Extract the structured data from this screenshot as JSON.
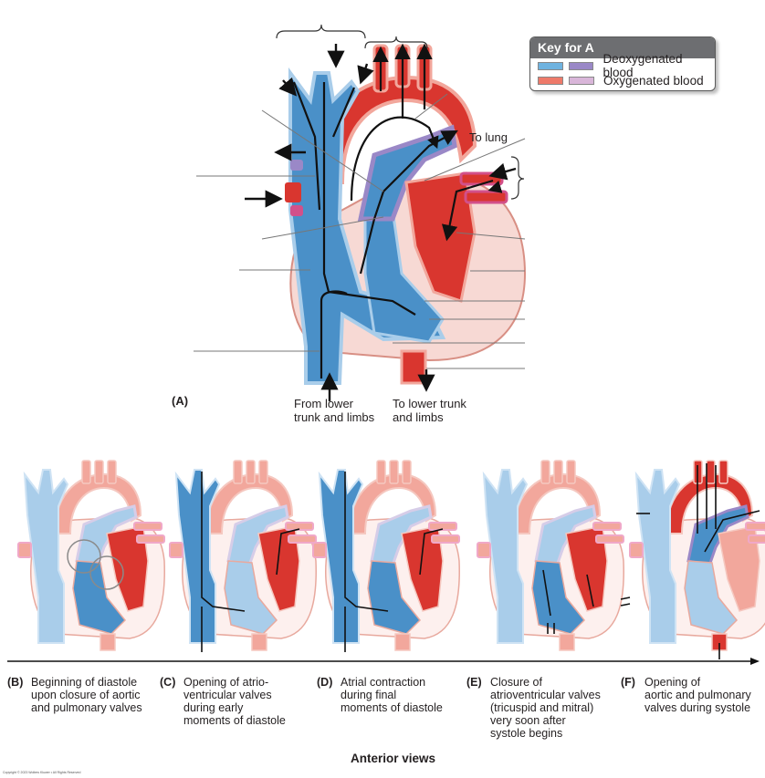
{
  "figure": {
    "panel_a": {
      "label": "(A)",
      "callouts": {
        "to_lung": "To lung",
        "from_lower": "From lower\ntrunk and limbs",
        "from_lower_line1": "From lower",
        "from_lower_line2": "trunk and limbs",
        "to_lower_line1": "To lower trunk",
        "to_lower_line2": "and limbs"
      },
      "leader_lines_count": 14
    },
    "key": {
      "title": "Key for A",
      "items": [
        {
          "label": "Deoxygenated blood",
          "colors": [
            "#6fb3e0",
            "#9a88c7"
          ]
        },
        {
          "label": "Oxygenated blood",
          "colors": [
            "#ee7a6a",
            "#d9b6d9"
          ]
        }
      ]
    },
    "panels": [
      {
        "letter": "(B)",
        "lines": [
          "Beginning of diastole",
          "upon closure of aortic",
          "and pulmonary valves"
        ]
      },
      {
        "letter": "(C)",
        "lines": [
          "Opening of atrio-",
          "ventricular valves",
          "during early",
          "moments of diastole"
        ]
      },
      {
        "letter": "(D)",
        "lines": [
          "Atrial contraction",
          "during final",
          "moments of diastole"
        ]
      },
      {
        "letter": "(E)",
        "lines": [
          "Closure of",
          "atrioventricular valves",
          "(tricuspid and mitral)",
          "very soon after",
          "systole begins"
        ]
      },
      {
        "letter": "(F)",
        "lines": [
          "Opening of",
          "aortic and pulmonary",
          "valves during systole"
        ]
      }
    ],
    "footer_title": "Anterior views",
    "copyright": "Copyright © 2023 Wolters Kluwer • All Rights Reserved",
    "colors": {
      "deoxy": "#4a90c8",
      "deoxy_light": "#a9cdea",
      "oxy": "#d9362f",
      "oxy_light": "#f2a79c",
      "pulm_purple": "#9a88c7",
      "pink_vessel": "#d2508a",
      "myocardium": "#f7d9d4"
    }
  }
}
